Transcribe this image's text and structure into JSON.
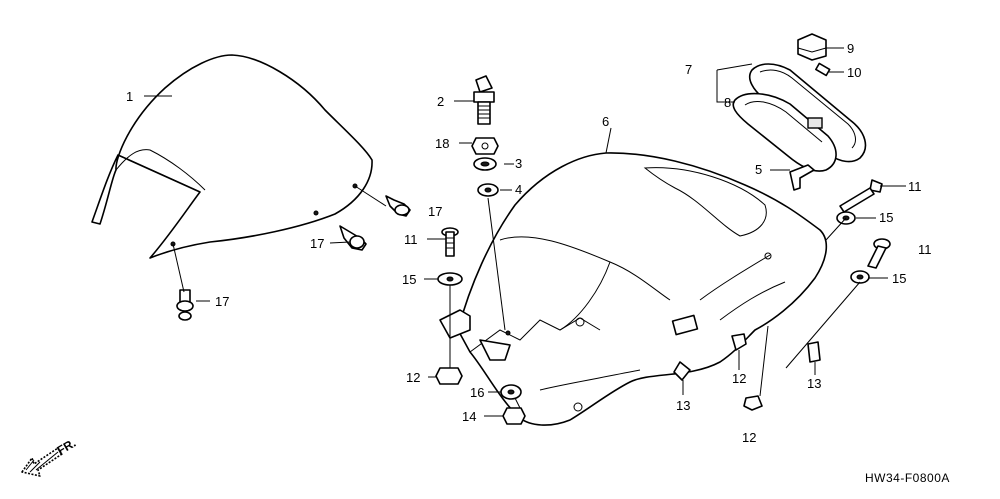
{
  "diagram": {
    "code": "HW34-F0800A",
    "front_label": "FR.",
    "labels": [
      {
        "id": "l1",
        "text": "1"
      },
      {
        "id": "l2",
        "text": "2"
      },
      {
        "id": "l18",
        "text": "18"
      },
      {
        "id": "l3",
        "text": "3"
      },
      {
        "id": "l4",
        "text": "4"
      },
      {
        "id": "l17a",
        "text": "17"
      },
      {
        "id": "l17b",
        "text": "17"
      },
      {
        "id": "l17c",
        "text": "17"
      },
      {
        "id": "l11a",
        "text": "11"
      },
      {
        "id": "l15a",
        "text": "15"
      },
      {
        "id": "l12a",
        "text": "12"
      },
      {
        "id": "l16",
        "text": "16"
      },
      {
        "id": "l14",
        "text": "14"
      },
      {
        "id": "l6",
        "text": "6"
      },
      {
        "id": "l13a",
        "text": "13"
      },
      {
        "id": "l12b",
        "text": "12"
      },
      {
        "id": "l13b",
        "text": "13"
      },
      {
        "id": "l12c",
        "text": "12"
      },
      {
        "id": "l7",
        "text": "7"
      },
      {
        "id": "l8",
        "text": "8"
      },
      {
        "id": "l9",
        "text": "9"
      },
      {
        "id": "l10",
        "text": "10"
      },
      {
        "id": "l5",
        "text": "5"
      },
      {
        "id": "l11b",
        "text": "11"
      },
      {
        "id": "l15b",
        "text": "15"
      },
      {
        "id": "l11c",
        "text": "11"
      },
      {
        "id": "l15c",
        "text": "15"
      }
    ]
  }
}
